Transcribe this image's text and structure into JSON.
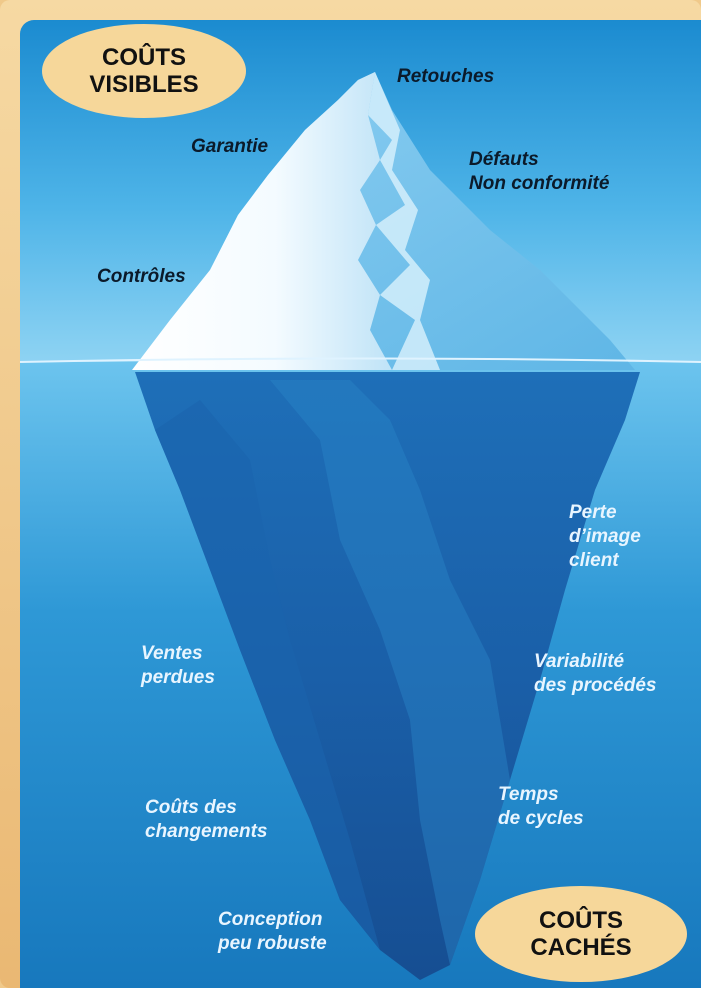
{
  "bubbles": {
    "visible_line1": "COÛTS",
    "visible_line2": "VISIBLES",
    "hidden_line1": "COÛTS",
    "hidden_line2": "CACHÉS"
  },
  "labels_above": {
    "retouches": "Retouches",
    "garantie": "Garantie",
    "defauts_line1": "Défauts",
    "defauts_line2": "Non conformité",
    "controles": "Contrôles"
  },
  "labels_below": {
    "perte_line1": "Perte",
    "perte_line2": "d’image",
    "perte_line3": "client",
    "ventes_line1": "Ventes",
    "ventes_line2": "perdues",
    "variabilite_line1": "Variabilité",
    "variabilite_line2": "des procédés",
    "changements_line1": "Coûts des",
    "changements_line2": "changements",
    "temps_line1": "Temps",
    "temps_line2": "de cycles",
    "conception_line1": "Conception",
    "conception_line2": "peu robuste"
  }
}
